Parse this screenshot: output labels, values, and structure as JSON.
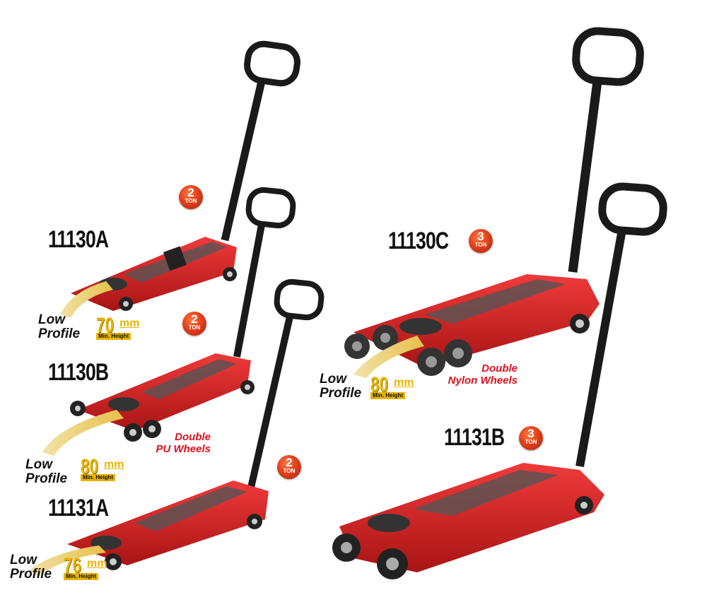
{
  "products": [
    {
      "model": "11130A",
      "ton_number": "2",
      "ton_unit": "TON",
      "low": "Low",
      "profile": "Profile",
      "height_value": "70",
      "height_unit": "mm",
      "height_note": "Min. Height",
      "feature_line1": "",
      "feature_line2": ""
    },
    {
      "model": "11130B",
      "ton_number": "2",
      "ton_unit": "TON",
      "low": "Low",
      "profile": "Profile",
      "height_value": "80",
      "height_unit": "mm",
      "height_note": "Min. Height",
      "feature_line1": "Double",
      "feature_line2": "PU Wheels"
    },
    {
      "model": "11131A",
      "ton_number": "2",
      "ton_unit": "TON",
      "low": "Low",
      "profile": "Profile",
      "height_value": "76",
      "height_unit": "mm",
      "height_note": "Min. Height",
      "feature_line1": "",
      "feature_line2": ""
    },
    {
      "model": "11130C",
      "ton_number": "3",
      "ton_unit": "TON",
      "low": "Low",
      "profile": "Profile",
      "height_value": "80",
      "height_unit": "mm",
      "height_note": "Min. Height",
      "feature_line1": "Double",
      "feature_line2": "Nylon Wheels"
    },
    {
      "model": "11131B",
      "ton_number": "3",
      "ton_unit": "TON",
      "low": "",
      "profile": "",
      "height_value": "",
      "height_unit": "",
      "height_note": "",
      "feature_line1": "",
      "feature_line2": ""
    }
  ],
  "colors": {
    "jack_red": "#d81f1f",
    "jack_dark_red": "#9e1010",
    "handle": "#1a1a1a",
    "badge": "#e3401b",
    "gold": "#e8b400",
    "feature_text": "#e0101e"
  }
}
